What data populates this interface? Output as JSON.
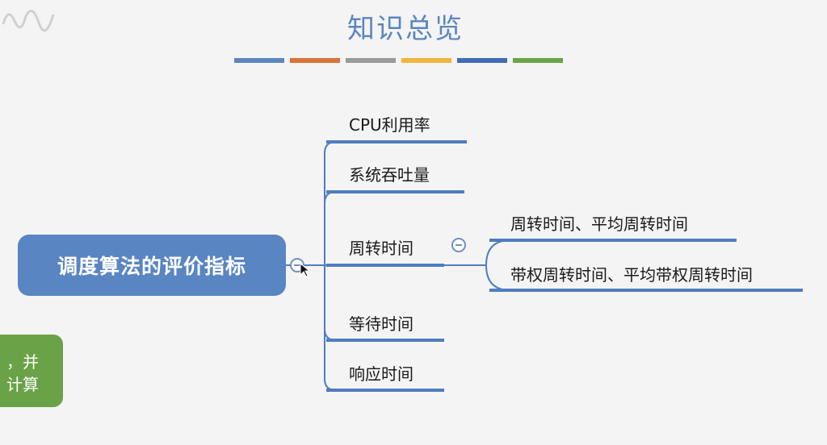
{
  "title": "知识总览",
  "color_bars": [
    "#5b86c2",
    "#d9733a",
    "#9a9a9a",
    "#f0b63c",
    "#3f6cb5",
    "#6aa548"
  ],
  "root": {
    "label": "调度算法的评价指标"
  },
  "branches": [
    {
      "id": "cpu",
      "label": "CPU利用率"
    },
    {
      "id": "throughput",
      "label": "系统吞吐量"
    },
    {
      "id": "turnaround",
      "label": "周转时间",
      "children": [
        {
          "id": "avg-turnaround",
          "label": "周转时间、平均周转时间"
        },
        {
          "id": "weighted-turnaround",
          "label": "带权周转时间、平均带权周转时间"
        }
      ]
    },
    {
      "id": "waiting",
      "label": "等待时间"
    },
    {
      "id": "response",
      "label": "响应时间"
    }
  ],
  "side_card": {
    "line1": "，并",
    "line2": "计算"
  },
  "line_color": "#4f7dc0"
}
